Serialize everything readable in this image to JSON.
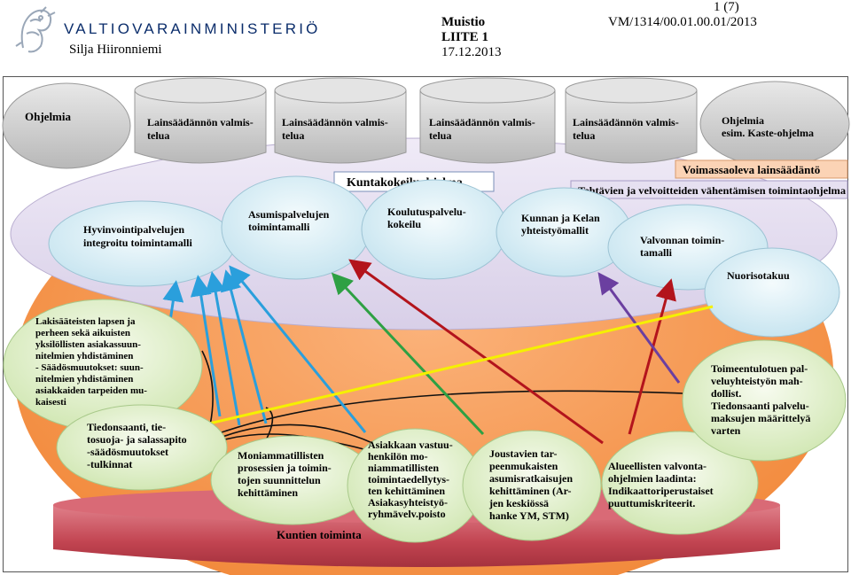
{
  "header": {
    "ministry": "VALTIOVARAINMINISTERIÖ",
    "author": "Silja Hiironniemi",
    "doc_type": "Muistio",
    "attachment": "LIITE 1",
    "date": "17.12.2013",
    "page": "1 (7)",
    "reference": "VM/1314/00.01.00.01/2013"
  },
  "diagram": {
    "top_shapes": {
      "program_left": "Ohjelmia",
      "legislation_1": [
        "Lainsäädännön valmis-",
        "telua"
      ],
      "legislation_2": [
        "Lainsäädännön valmis-",
        "telua"
      ],
      "legislation_3": [
        "Lainsäädännön valmis-",
        "telua"
      ],
      "legislation_4": [
        "Lainsäädännön valmis-",
        "telua"
      ],
      "program_right": [
        "Ohjelmia",
        "esim. Kaste-ohjelma"
      ]
    },
    "labels": {
      "pilot_program": "Kuntakokeiluohjelma",
      "current_legislation": "Voimassaoleva lainsäädäntö",
      "reduction_program": "Tehtävien ja velvoitteiden vähentämisen toimintaohjelma",
      "municipal_operations": "Kuntien toiminta"
    },
    "pilot_ellipses": {
      "wellbeing": [
        "Hyvinvointipalvelujen",
        "integroitu toimintamalli"
      ],
      "housing": [
        "Asumispalvelujen",
        "toimintamalli"
      ],
      "education": [
        "Koulutuspalvelu-",
        "kokeilu"
      ],
      "kela": [
        "Kunnan ja Kelan",
        "yhteistyömallit"
      ],
      "supervision": [
        "Valvonnan toimin-",
        "tamalli"
      ],
      "youth": "Nuorisotakuu"
    },
    "bottom_ellipses": {
      "child_plans": [
        "Lakisääteisten lapsen ja",
        "perheen sekä aikuisten",
        "yksilöllisten asiakassuun-",
        "nitelmien yhdistäminen",
        "- Säädösmuutokset: suun-",
        "nitelmien yhdistäminen",
        "asiakkaiden tarpeiden mu-",
        "kaisesti"
      ],
      "data_protection": [
        "Tiedonsaanti, tie-",
        "tosuoja- ja salassapito",
        "-säädösmuutokset",
        "-tulkinnat"
      ],
      "multiprofessional": [
        "Moniammatillisten",
        "prosessien ja toimin-",
        "tojen suunnittelun",
        "kehittäminen"
      ],
      "client_responsible": [
        "Asiakkaan vastuu-",
        "henkilön mo-",
        "niammatillisten",
        "toimintaedellytys-",
        "ten kehittäminen",
        "Asiakasyhteistyö-",
        "ryhmävelv.poisto"
      ],
      "flexible_housing": [
        "Joustavien tar-",
        "peenmukaisten",
        "asumisratkaisujen",
        "kehittäminen (Ar-",
        "jen keskiössä",
        "hanke YM, STM)"
      ],
      "regional_supervision": [
        "Alueellisten valvonta-",
        "ohjelmien laadinta:",
        "Indikaattoriperustaiset",
        "puuttumiskriteerit."
      ],
      "subsistence": [
        "Toimeentulotuen pal-",
        "veluyhteistyön mah-",
        "dollist.",
        "Tiedonsaanti palvelu-",
        "maksujen määrittelyä",
        "varten"
      ]
    },
    "colors": {
      "orange_body": "#f79a52",
      "lavender_band": "#e3dcf0",
      "pale_ellipse": "#dff0f6",
      "green_ellipse": "#e7f3d6",
      "gray_cylinder": "#cfcfcf",
      "red_cylinder": "#c9505c",
      "arrow_blue": "#2a9fdc",
      "arrow_green": "#2ea043",
      "arrow_red": "#b3141c",
      "arrow_purple": "#6b3fa0",
      "line_yellow": "#f5f000"
    }
  }
}
